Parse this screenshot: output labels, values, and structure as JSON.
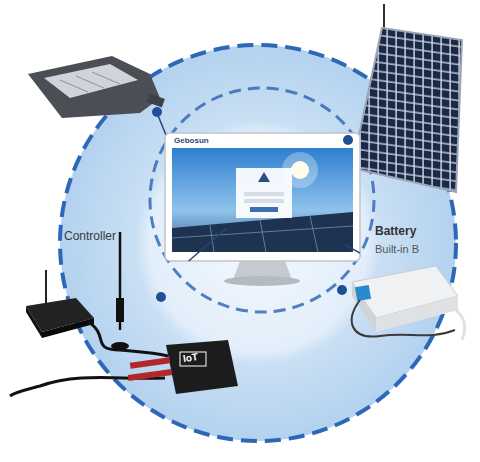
{
  "diagram": {
    "nodes": [
      {
        "text": [
          "Gebosun"
        ]
      },
      {
        "text": [
          "Controller"
        ]
      },
      {
        "text": [
          "Battery",
          "Built-in B"
        ]
      }
    ],
    "edges": [
      {
        "from": 0,
        "to": 1,
        "arrow": "none"
      },
      {
        "from": 0,
        "to": 2,
        "arrow": "none"
      }
    ],
    "labels": [
      "IoT"
    ]
  }
}
